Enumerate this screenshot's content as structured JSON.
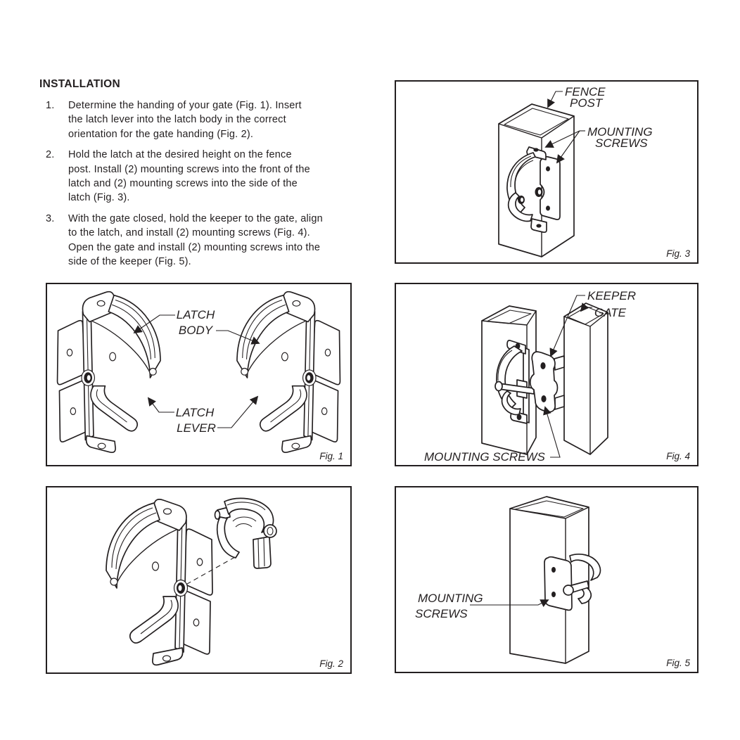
{
  "page": {
    "background": "#ffffff",
    "ink": "#231f20"
  },
  "instructions": {
    "heading": "INSTALLATION",
    "steps": [
      {
        "num": "1.",
        "text": "Determine the handing of your gate (Fig. 1). Insert\nthe latch lever into the latch body in the correct\norientation for the gate handing (Fig. 2)."
      },
      {
        "num": "2.",
        "text": "Hold the latch at the desired height on the fence\npost. Install (2) mounting screws into the front of the\nlatch and (2) mounting screws into the side of the\nlatch (Fig. 3)."
      },
      {
        "num": "3.",
        "text": "With the gate closed, hold the keeper to the gate, align\nto the latch, and install (2) mounting screws (Fig. 4).\nOpen the gate and install (2) mounting screws into the\nside of the keeper (Fig. 5)."
      }
    ]
  },
  "figures": {
    "fig1": {
      "caption": "Fig. 1",
      "labels": {
        "latch": "LATCH",
        "body": "BODY",
        "latch2": "LATCH",
        "lever": "LEVER"
      }
    },
    "fig2": {
      "caption": "Fig. 2"
    },
    "fig3": {
      "caption": "Fig. 3",
      "labels": {
        "fence": "FENCE",
        "post": "POST",
        "mounting": "MOUNTING",
        "screws": "SCREWS"
      }
    },
    "fig4": {
      "caption": "Fig. 4",
      "labels": {
        "keeper": "KEEPER",
        "gate": "GATE",
        "mounting_screws": "MOUNTING SCREWS"
      }
    },
    "fig5": {
      "caption": "Fig. 5",
      "labels": {
        "mounting": "MOUNTING",
        "screws": "SCREWS"
      }
    }
  }
}
